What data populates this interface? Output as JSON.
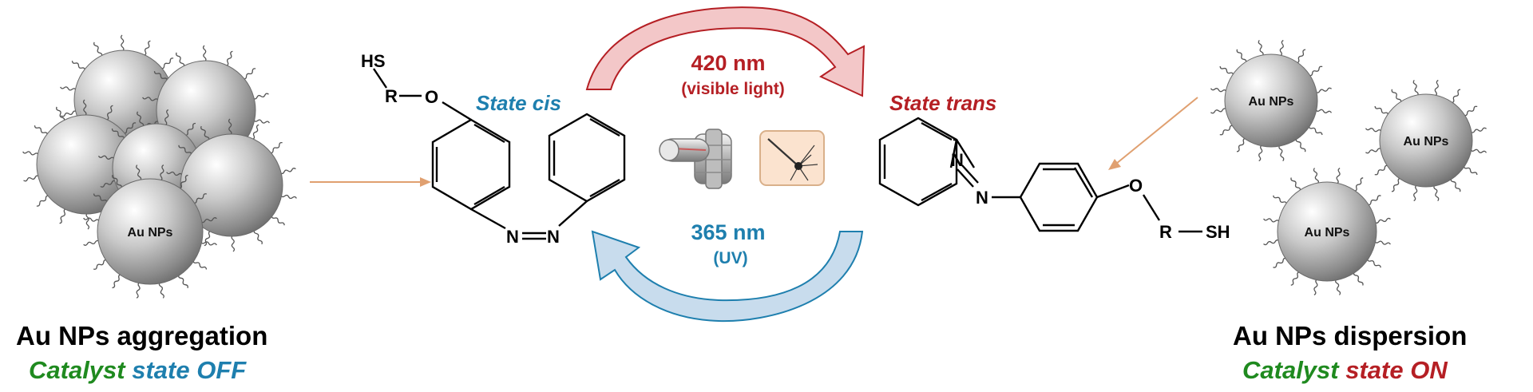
{
  "left": {
    "particle_label": "Au NPs",
    "title": "Au NPs aggregation",
    "subtitle_word1": "Catalyst",
    "subtitle_word2": "state",
    "subtitle_word3": "OFF"
  },
  "right": {
    "particle_labels": [
      "Au NPs",
      "Au NPs",
      "Au NPs"
    ],
    "title": "Au NPs dispersion",
    "subtitle_word1": "Catalyst",
    "subtitle_word2": "state",
    "subtitle_word3": "ON"
  },
  "center": {
    "top_wavelength": "420 nm",
    "top_note": "(visible light)",
    "bottom_wavelength": "365 nm",
    "bottom_note": "(UV)",
    "state_cis": "State cis",
    "state_trans": "State trans",
    "cis_molecule": {
      "thiol": "HS",
      "linker": "R",
      "oxygen": "O",
      "n1": "N",
      "n2": "N"
    },
    "trans_molecule": {
      "thiol": "SH",
      "linker": "R",
      "oxygen": "O",
      "n1": "N",
      "n2": "N"
    }
  },
  "colors": {
    "red": "#b51f24",
    "blue": "#1e7fae",
    "green": "#1f8a1f",
    "red_arrow_fill": "#f3c7c8",
    "blue_arrow_fill": "#c8dced",
    "pointer_arrow": "#e0a070"
  },
  "icons": [
    "toggle-switch-icon",
    "light-switch-icon"
  ]
}
